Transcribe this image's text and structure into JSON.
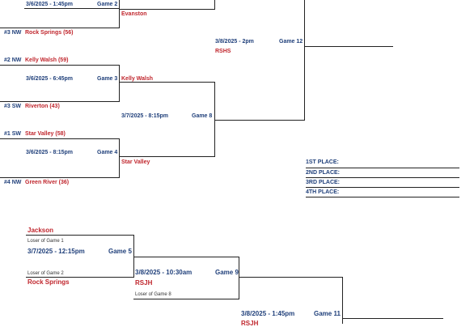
{
  "top": {
    "g2_time": "3/6/2025 - 1:45pm",
    "g2_label": "Game 2",
    "g2_winner": "Evanston",
    "seed_rs": "#3 NW",
    "team_rs": "Rock Springs (56)",
    "g12_time": "3/8/2025 - 2pm",
    "g12_label": "Game 12",
    "g12_winner": "RSHS",
    "seed_kw": "#2 NW",
    "team_kw": "Kelly Walsh (59)",
    "g3_time": "3/6/2025 - 6:45pm",
    "g3_label": "Game 3",
    "g3_winner": "Kelly Walsh",
    "seed_riv": "#3 SW",
    "team_riv": "Riverton (43)",
    "g8_time": "3/7/2025 - 8:15pm",
    "g8_label": "Game 8",
    "seed_sv": "#1 SW",
    "team_sv": "Star Valley (58)",
    "g4_time": "3/6/2025 - 8:15pm",
    "g4_label": "Game 4",
    "g4_winner": "Star Valley",
    "seed_gr": "#4 NW",
    "team_gr": "Green River (36)"
  },
  "places": [
    "1ST PLACE:",
    "2ND PLACE:",
    "3RD PLACE:",
    "4TH PLACE:"
  ],
  "bottom": {
    "team_jackson": "Jackson",
    "loser_g1": "Loser of Game 1",
    "g5_time": "3/7/2025 - 12:15pm",
    "g5_label": "Game 5",
    "loser_g2": "Loser of Game 2",
    "team_rs2": "Rock Springs",
    "g9_time": "3/8/2025 - 10:30am",
    "g9_label": "Game 9",
    "g9_winner": "RSJH",
    "loser_g8": "Loser of Game 8",
    "g11_time": "3/8/2025 - 1:45pm",
    "g11_label": "Game 11",
    "g11_winner": "RSJH"
  }
}
